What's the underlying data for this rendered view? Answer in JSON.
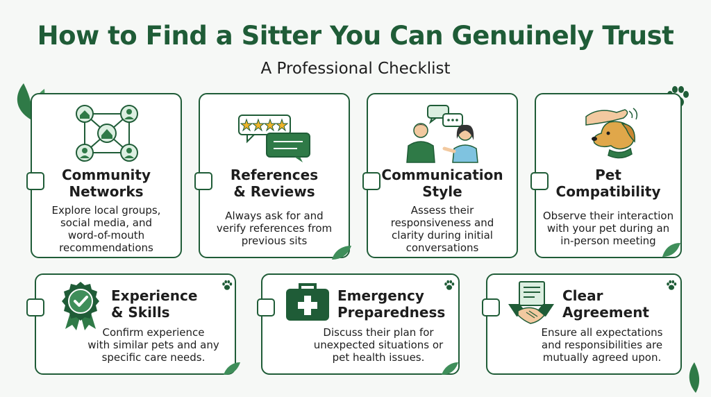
{
  "title": "How to Find a Sitter You Can Genuinely Trust",
  "subtitle": "A Professional Checklist",
  "colors": {
    "primary": "#1f5c37",
    "accent": "#3f8e5a",
    "light": "#dcefe1"
  },
  "cards": [
    {
      "title_line1": "Community",
      "title_line2": "Networks",
      "desc_line1": "Explore local groups,",
      "desc_line2": "social media, and",
      "desc_line3": "word-of-mouth",
      "desc_line4": "recommendations",
      "icon": "community-network-icon"
    },
    {
      "title_line1": "References",
      "title_line2": "& Reviews",
      "desc_line1": "Always ask for and",
      "desc_line2": "verify references from",
      "desc_line3": "previous sits",
      "icon": "reviews-icon"
    },
    {
      "title_line1": "Communication",
      "title_line2": "Style",
      "desc_line1": "Assess their",
      "desc_line2": "responsiveness and",
      "desc_line3": "clarity during initial",
      "desc_line4": "conversations",
      "icon": "conversation-icon"
    },
    {
      "title_line1": "Pet",
      "title_line2": "Compatibility",
      "desc_line1": "Observe their interaction",
      "desc_line2": "with your pet during an",
      "desc_line3": "in-person meeting",
      "icon": "dog-petting-icon"
    },
    {
      "title_line1": "Experience",
      "title_line2": "& Skills",
      "desc_line1": "Confirm experience",
      "desc_line2": "with similar pets and any",
      "desc_line3": "specific care needs.",
      "icon": "badge-check-icon"
    },
    {
      "title_line1": "Emergency",
      "title_line2": "Preparedness",
      "desc_line1": "Discuss their plan for",
      "desc_line2": "unexpected situations or",
      "desc_line3": "pet health issues.",
      "icon": "first-aid-kit-icon"
    },
    {
      "title_line1": "Clear",
      "title_line2": "Agreement",
      "desc_line1": "Ensure all expectations",
      "desc_line2": "and responsibilities are",
      "desc_line3": "mutually agreed upon.",
      "icon": "handshake-contract-icon"
    }
  ]
}
